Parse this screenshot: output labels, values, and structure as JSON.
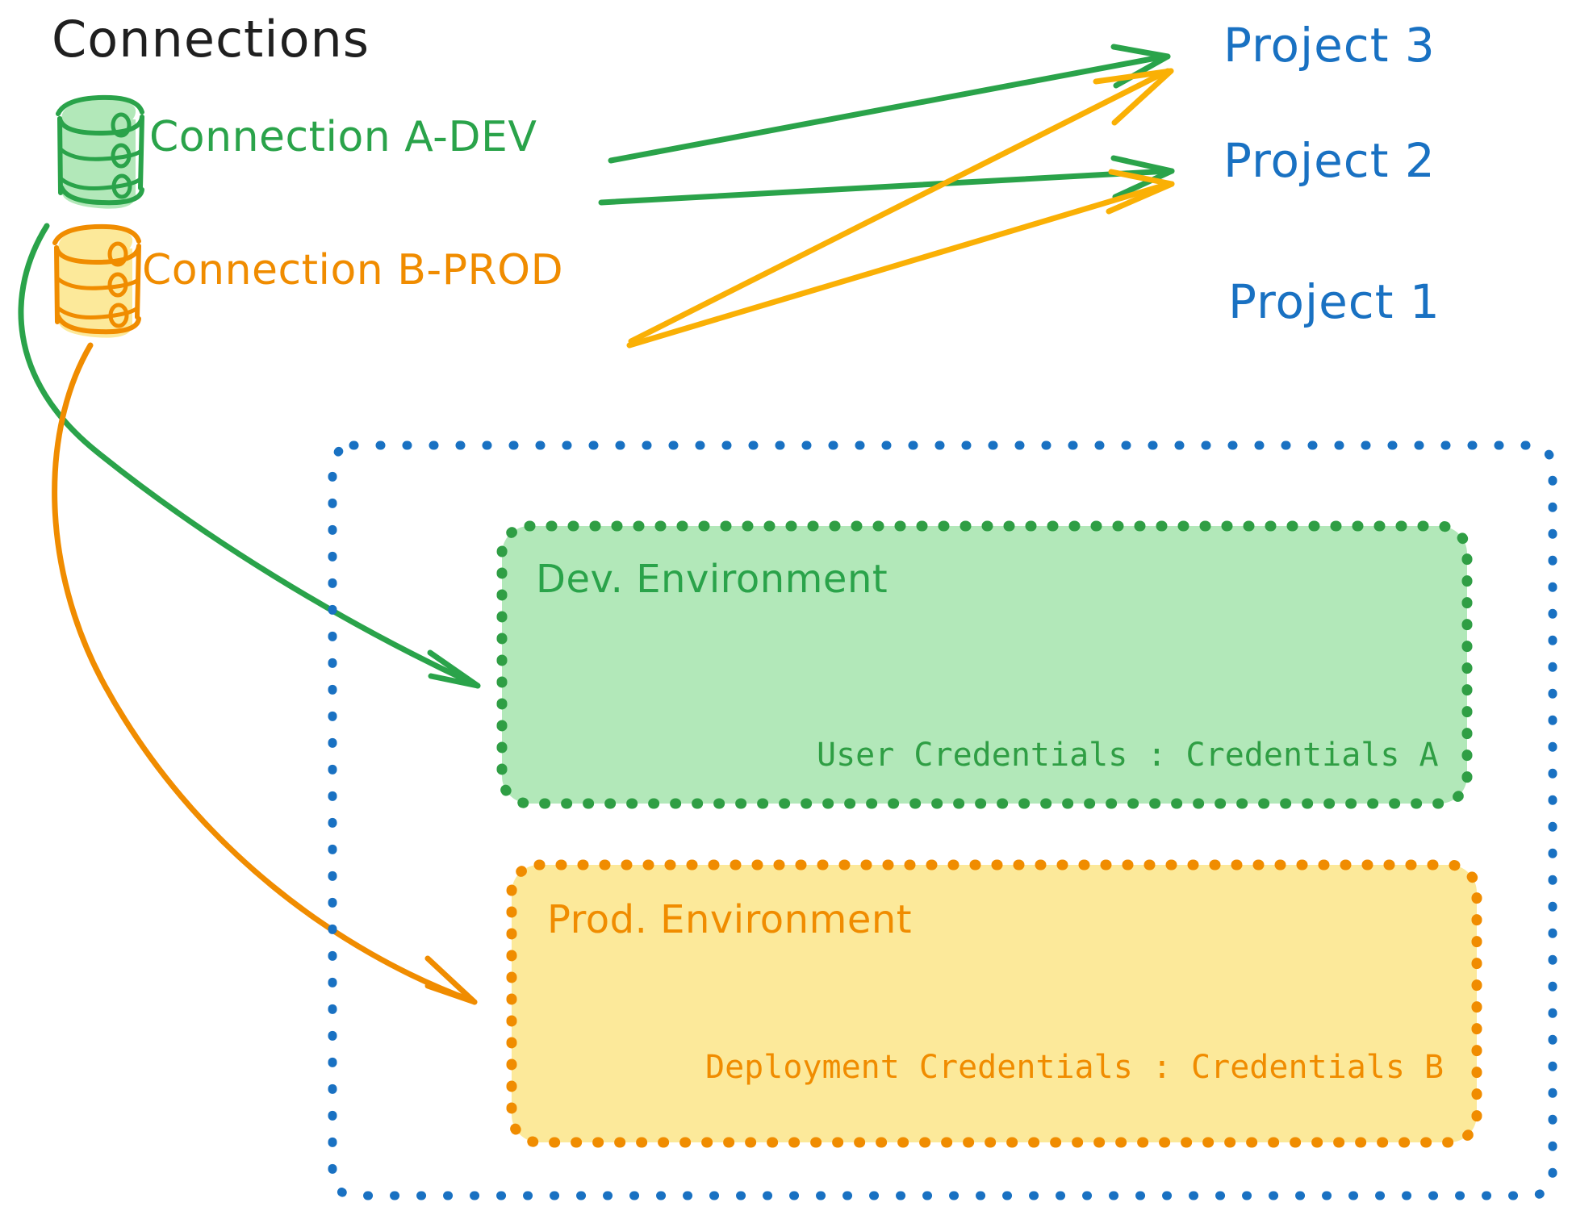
{
  "diagram": {
    "title": "Connections",
    "colors": {
      "green_stroke": "#2aa34a",
      "green_fill": "#b2e8b9",
      "orange_stroke": "#f08c00",
      "orange_fill": "#fce99a",
      "blue_stroke": "#1971c2",
      "title_black": "#1f1f1f"
    },
    "connections": [
      {
        "id": "a-dev",
        "label": "Connection A-DEV",
        "icon": "database-cylinder-icon",
        "color": "#2aa34a"
      },
      {
        "id": "b-prod",
        "label": "Connection B-PROD",
        "icon": "database-cylinder-icon",
        "color": "#f08c00"
      }
    ],
    "projects": [
      {
        "id": "project-3",
        "label": "Project 3"
      },
      {
        "id": "project-2",
        "label": "Project 2"
      },
      {
        "id": "project-1",
        "label": "Project 1"
      }
    ],
    "project_one": {
      "label": "Project 1",
      "environments": [
        {
          "id": "dev",
          "title": "Dev. Environment",
          "credential_line": "User Credentials : Credentials A",
          "credential_key": "User Credentials",
          "credential_value": "Credentials A",
          "color": "#2aa34a",
          "fill": "#b2e8b9"
        },
        {
          "id": "prod",
          "title": "Prod. Environment",
          "credential_line": "Deployment Credentials : Credentials B",
          "credential_key": "Deployment Credentials",
          "credential_value": "Credentials B",
          "color": "#f08c00",
          "fill": "#fce99a"
        }
      ]
    },
    "edges": [
      {
        "from": "a-dev",
        "to": "project-3",
        "color": "#2aa34a",
        "style": "straight-arrow"
      },
      {
        "from": "a-dev",
        "to": "project-2",
        "color": "#2aa34a",
        "style": "straight-arrow"
      },
      {
        "from": "a-dev",
        "to": "dev",
        "color": "#2aa34a",
        "style": "curved-arrow"
      },
      {
        "from": "b-prod",
        "to": "project-3",
        "color": "#f08c00",
        "style": "straight-arrow"
      },
      {
        "from": "b-prod",
        "to": "project-2",
        "color": "#f08c00",
        "style": "straight-arrow"
      },
      {
        "from": "b-prod",
        "to": "prod",
        "color": "#f08c00",
        "style": "curved-arrow"
      }
    ]
  }
}
